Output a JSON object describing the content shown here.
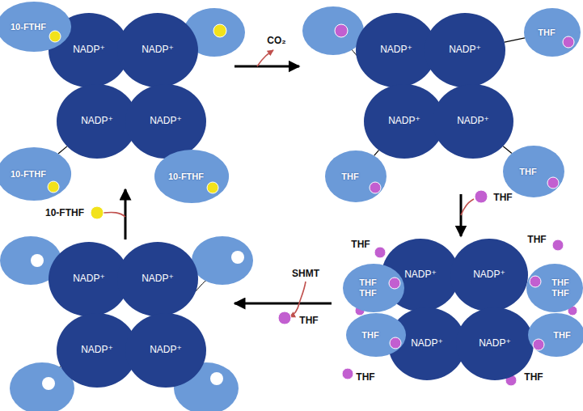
{
  "diagram": {
    "nodes": [
      {
        "text": [
          "NADP⁺"
        ]
      },
      {
        "text": [
          "NADP⁺"
        ]
      },
      {
        "text": [
          "NADP⁺"
        ]
      },
      {
        "text": [
          "NADP⁺"
        ]
      },
      {
        "text": [
          "10-FTHF"
        ]
      },
      {
        "text": [
          "10-FTHF"
        ]
      },
      {
        "text": [
          "10-FTHF"
        ]
      },
      {
        "text": [
          "NADP⁺"
        ]
      },
      {
        "text": [
          "NADP⁺"
        ]
      },
      {
        "text": [
          "NADP⁺"
        ]
      },
      {
        "text": [
          "NADP⁺"
        ]
      },
      {
        "text": [
          "THF"
        ]
      },
      {
        "text": [
          "THF"
        ]
      },
      {
        "text": [
          "THF"
        ]
      },
      {
        "text": [
          "NADP⁺"
        ]
      },
      {
        "text": [
          "NADP⁺"
        ]
      },
      {
        "text": [
          "NADP⁺"
        ]
      },
      {
        "text": [
          "NADP⁺"
        ]
      },
      {
        "text": [
          "NADP⁺"
        ]
      },
      {
        "text": [
          "NADP⁺"
        ]
      },
      {
        "text": [
          "NADP⁺"
        ]
      },
      {
        "text": [
          "NADP⁺"
        ]
      },
      {
        "text": [
          "THF",
          "THF"
        ]
      },
      {
        "text": [
          "THF",
          "THF"
        ]
      },
      {
        "text": [
          "THF"
        ]
      },
      {
        "text": [
          "THF"
        ]
      }
    ],
    "edges": [
      {
        "from": 4,
        "to": 0,
        "arrow": "none"
      },
      {
        "from": 5,
        "to": 2,
        "arrow": "none"
      },
      {
        "from": 6,
        "to": 3,
        "arrow": "none"
      },
      {
        "from": 11,
        "to": 8,
        "arrow": "none"
      },
      {
        "from": 12,
        "to": 9,
        "arrow": "none"
      },
      {
        "from": 13,
        "to": 10,
        "arrow": "none"
      },
      {
        "from": 22,
        "to": 18,
        "arrow": "none"
      },
      {
        "from": 23,
        "to": 19,
        "arrow": "none"
      },
      {
        "from": 24,
        "to": 20,
        "arrow": "none"
      },
      {
        "from": 25,
        "to": 21,
        "arrow": "none"
      }
    ],
    "labels": [
      "CO₂",
      "THF",
      "THF",
      "THF",
      "SHMT",
      "THF",
      "10-FTHF",
      "THF",
      "THF"
    ]
  }
}
